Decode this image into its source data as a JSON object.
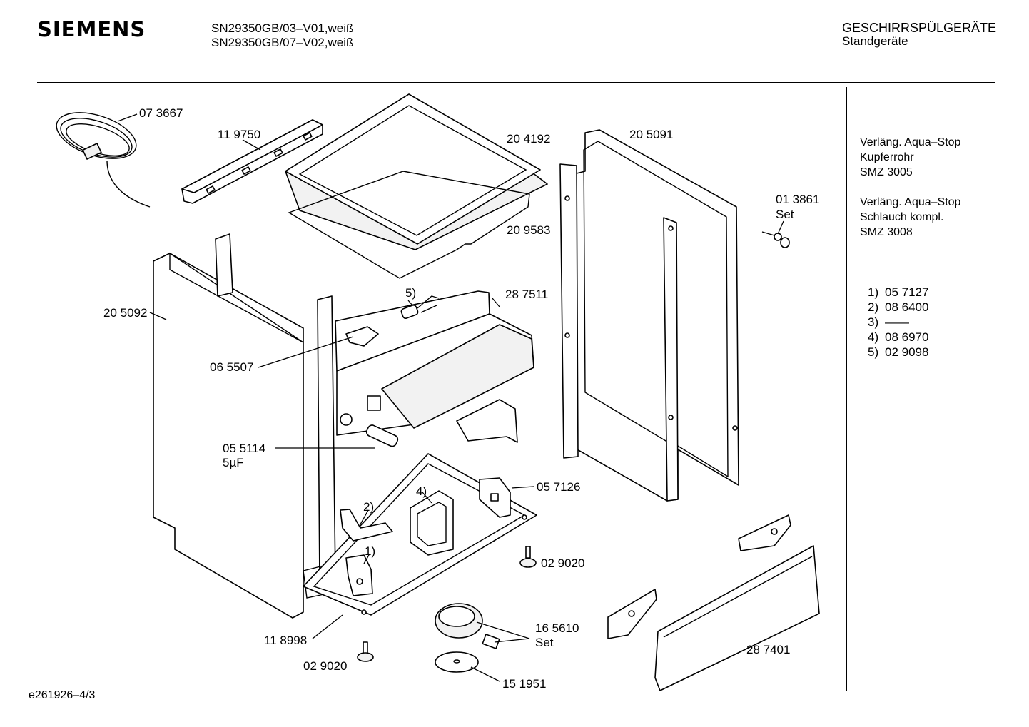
{
  "header": {
    "brand": "SIEMENS",
    "model_lines": [
      "SN29350GB/03–V01,weiß",
      "SN29350GB/07–V02,weiß"
    ],
    "category": "GESCHIRRSPÜLGERÄTE",
    "subcategory": "Standgeräte"
  },
  "side_notes": [
    [
      "Verläng. Aqua–Stop",
      "Kupferrohr",
      "SMZ 3005"
    ],
    [
      "Verläng. Aqua–Stop",
      "Schlauch kompl.",
      "SMZ 3008"
    ]
  ],
  "footnotes": [
    {
      "key": "1)",
      "value": "05 7127"
    },
    {
      "key": "2)",
      "value": "08 6400"
    },
    {
      "key": "3)",
      "value": "——"
    },
    {
      "key": "4)",
      "value": "08 6970"
    },
    {
      "key": "5)",
      "value": "02 9098"
    }
  ],
  "part_labels": {
    "p073667": "07 3667",
    "p119750": "11 9750",
    "p204192": "20 4192",
    "p205091": "20 5091",
    "p013861": "01 3861",
    "p013861_set": "Set",
    "p209583": "20 9583",
    "p205092": "20 5092",
    "p287511": "28 7511",
    "fn5": "5)",
    "p065507": "06 5507",
    "p055114": "05 5114",
    "p055114_cap": "5µF",
    "p057126": "05 7126",
    "fn4": "4)",
    "fn2": "2)",
    "fn1": "1)",
    "p029020a": "02 9020",
    "p118998": "11 8998",
    "p029020b": "02 9020",
    "p165610": "16 5610",
    "p165610_set": "Set",
    "p151951": "15 1951",
    "p287401": "28 7401"
  },
  "footer": {
    "code": "e261926–4/3"
  }
}
